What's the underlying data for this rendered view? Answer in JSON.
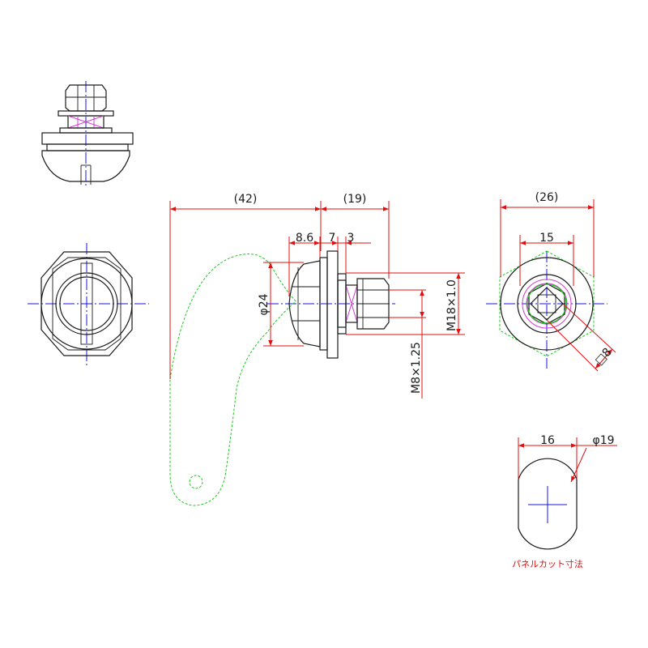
{
  "dimensions": {
    "overall_length": "(42)",
    "body_length": "(19)",
    "flange_thickness": "8.6",
    "nut_pos_1": "7",
    "nut_pos_2": "3",
    "head_diameter": "φ24",
    "thread_main": "M18×1.0",
    "thread_shaft": "M8×1.25",
    "hex_width": "(26)",
    "inner_width": "15",
    "square_shaft": "□8",
    "cutout_flat": "16",
    "cutout_diameter": "φ19"
  },
  "note": "パネルカット寸法",
  "colors": {
    "outline": "#1a1a1a",
    "centerline": "#1515e0",
    "dimension": "#e01010",
    "cam": "#1fc81f",
    "thread": "#d23cd2"
  }
}
